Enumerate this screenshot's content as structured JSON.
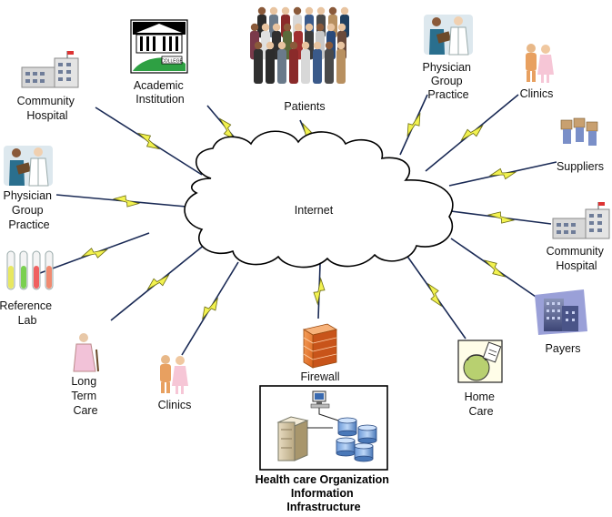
{
  "center": {
    "label": "Internet"
  },
  "nodes": {
    "community_hospital_left": {
      "lines": [
        "Community",
        "Hospital"
      ]
    },
    "academic_institution": {
      "lines": [
        "Academic",
        "Institution"
      ],
      "sign": "COLLEGE"
    },
    "patients": {
      "lines": [
        "Patients"
      ]
    },
    "physician_group_top": {
      "lines": [
        "Physician",
        "Group",
        "Practice"
      ]
    },
    "clinics_top": {
      "lines": [
        "Clinics"
      ]
    },
    "suppliers": {
      "lines": [
        "Suppliers"
      ]
    },
    "community_hospital_right": {
      "lines": [
        "Community",
        "Hospital"
      ]
    },
    "payers": {
      "lines": [
        "Payers"
      ]
    },
    "home_care": {
      "lines": [
        "Home",
        "Care"
      ]
    },
    "firewall": {
      "lines": [
        "Firewall"
      ]
    },
    "clinics_bottom": {
      "lines": [
        "Clinics"
      ]
    },
    "long_term_care": {
      "lines": [
        "Long",
        "Term",
        "Care"
      ]
    },
    "reference_lab": {
      "lines": [
        "Reference",
        "Lab"
      ]
    },
    "physician_group_left": {
      "lines": [
        "Physician",
        "Group",
        "Practice"
      ]
    }
  },
  "infrastructure": {
    "lines": [
      "Health care Organization",
      "Information",
      "Infrastructure"
    ]
  },
  "colors": {
    "bolt_fill": "#f2f250",
    "bolt_stroke": "#6b6b10",
    "line": "#1a2a55",
    "cloud_stroke": "#000000",
    "firewall_brick": "#f08a3c"
  }
}
